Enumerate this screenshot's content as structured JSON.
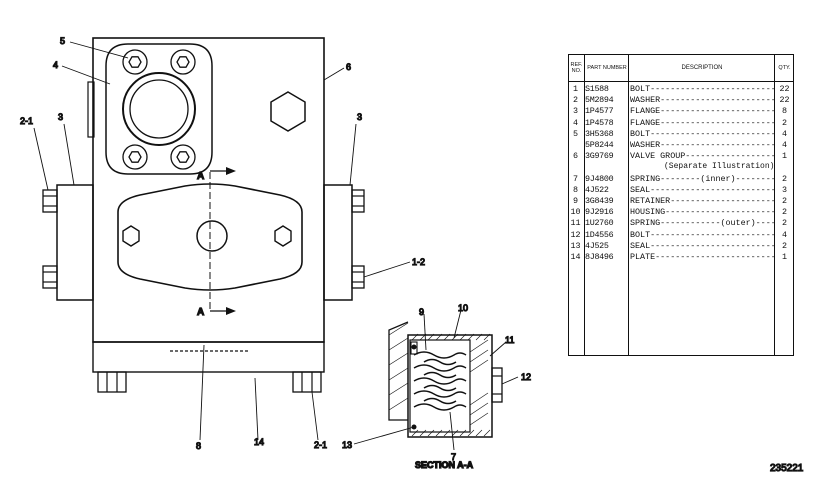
{
  "drawing": {
    "callouts": {
      "c5": "5",
      "c4": "4",
      "c6": "6",
      "c2_1_left": "2-1",
      "c3_left": "3",
      "c3_right": "3",
      "c1_2": "1-2",
      "c9": "9",
      "c10": "10",
      "c11": "11",
      "c12": "12",
      "c13": "13",
      "c7": "7",
      "c8": "8",
      "c14": "14",
      "c2_1_bottom": "2-1"
    },
    "section_marker_top": "A",
    "section_marker_bottom": "A",
    "section_title": "SECTION A-A",
    "document_number": "235221"
  },
  "parts_table": {
    "headers": {
      "ref": "REF. NO.",
      "part": "PART NUMBER",
      "description": "DESCRIPTION",
      "qty": "QTY."
    },
    "rows": [
      {
        "ref": "1",
        "part": "S1588",
        "desc": "BOLT--------------------------------",
        "qty": "22"
      },
      {
        "ref": "2",
        "part": "5M2894",
        "desc": "WASHER------------------------------",
        "qty": "22"
      },
      {
        "ref": "3",
        "part": "1P4577",
        "desc": "FLANGE------------------------------",
        "qty": "8"
      },
      {
        "ref": "4",
        "part": "1P4578",
        "desc": "FLANGE------------------------------",
        "qty": "2"
      },
      {
        "ref": "5",
        "part": "3H5368",
        "desc": "BOLT--------------------------------",
        "qty": "4"
      },
      {
        "ref": "",
        "part": "5P8244",
        "desc": "WASHER------------------------------",
        "qty": "4"
      },
      {
        "ref": "6",
        "part": "3G9769",
        "desc": "VALVE GROUP-------------------------",
        "qty": "1"
      },
      {
        "ref": "7",
        "part": "9J4800",
        "desc": "SPRING--------(inner)---------------",
        "qty": "2"
      },
      {
        "ref": "8",
        "part": "4J522",
        "desc": "SEAL--------------------------------",
        "qty": "3"
      },
      {
        "ref": "9",
        "part": "3G8439",
        "desc": "RETAINER----------------------------",
        "qty": "2"
      },
      {
        "ref": "10",
        "part": "9J2916",
        "desc": "HOUSING-----------------------------",
        "qty": "2"
      },
      {
        "ref": "11",
        "part": "1U2760",
        "desc": "SPRING------------(outer)-----------",
        "qty": "2"
      },
      {
        "ref": "12",
        "part": "1D4556",
        "desc": "BOLT--------------------------------",
        "qty": "4"
      },
      {
        "ref": "13",
        "part": "4J525",
        "desc": "SEAL--------------------------------",
        "qty": "2"
      },
      {
        "ref": "14",
        "part": "8J8496",
        "desc": "PLATE-------------------------------",
        "qty": "1"
      }
    ],
    "valve_group_note": "(Separate Illustration)"
  }
}
